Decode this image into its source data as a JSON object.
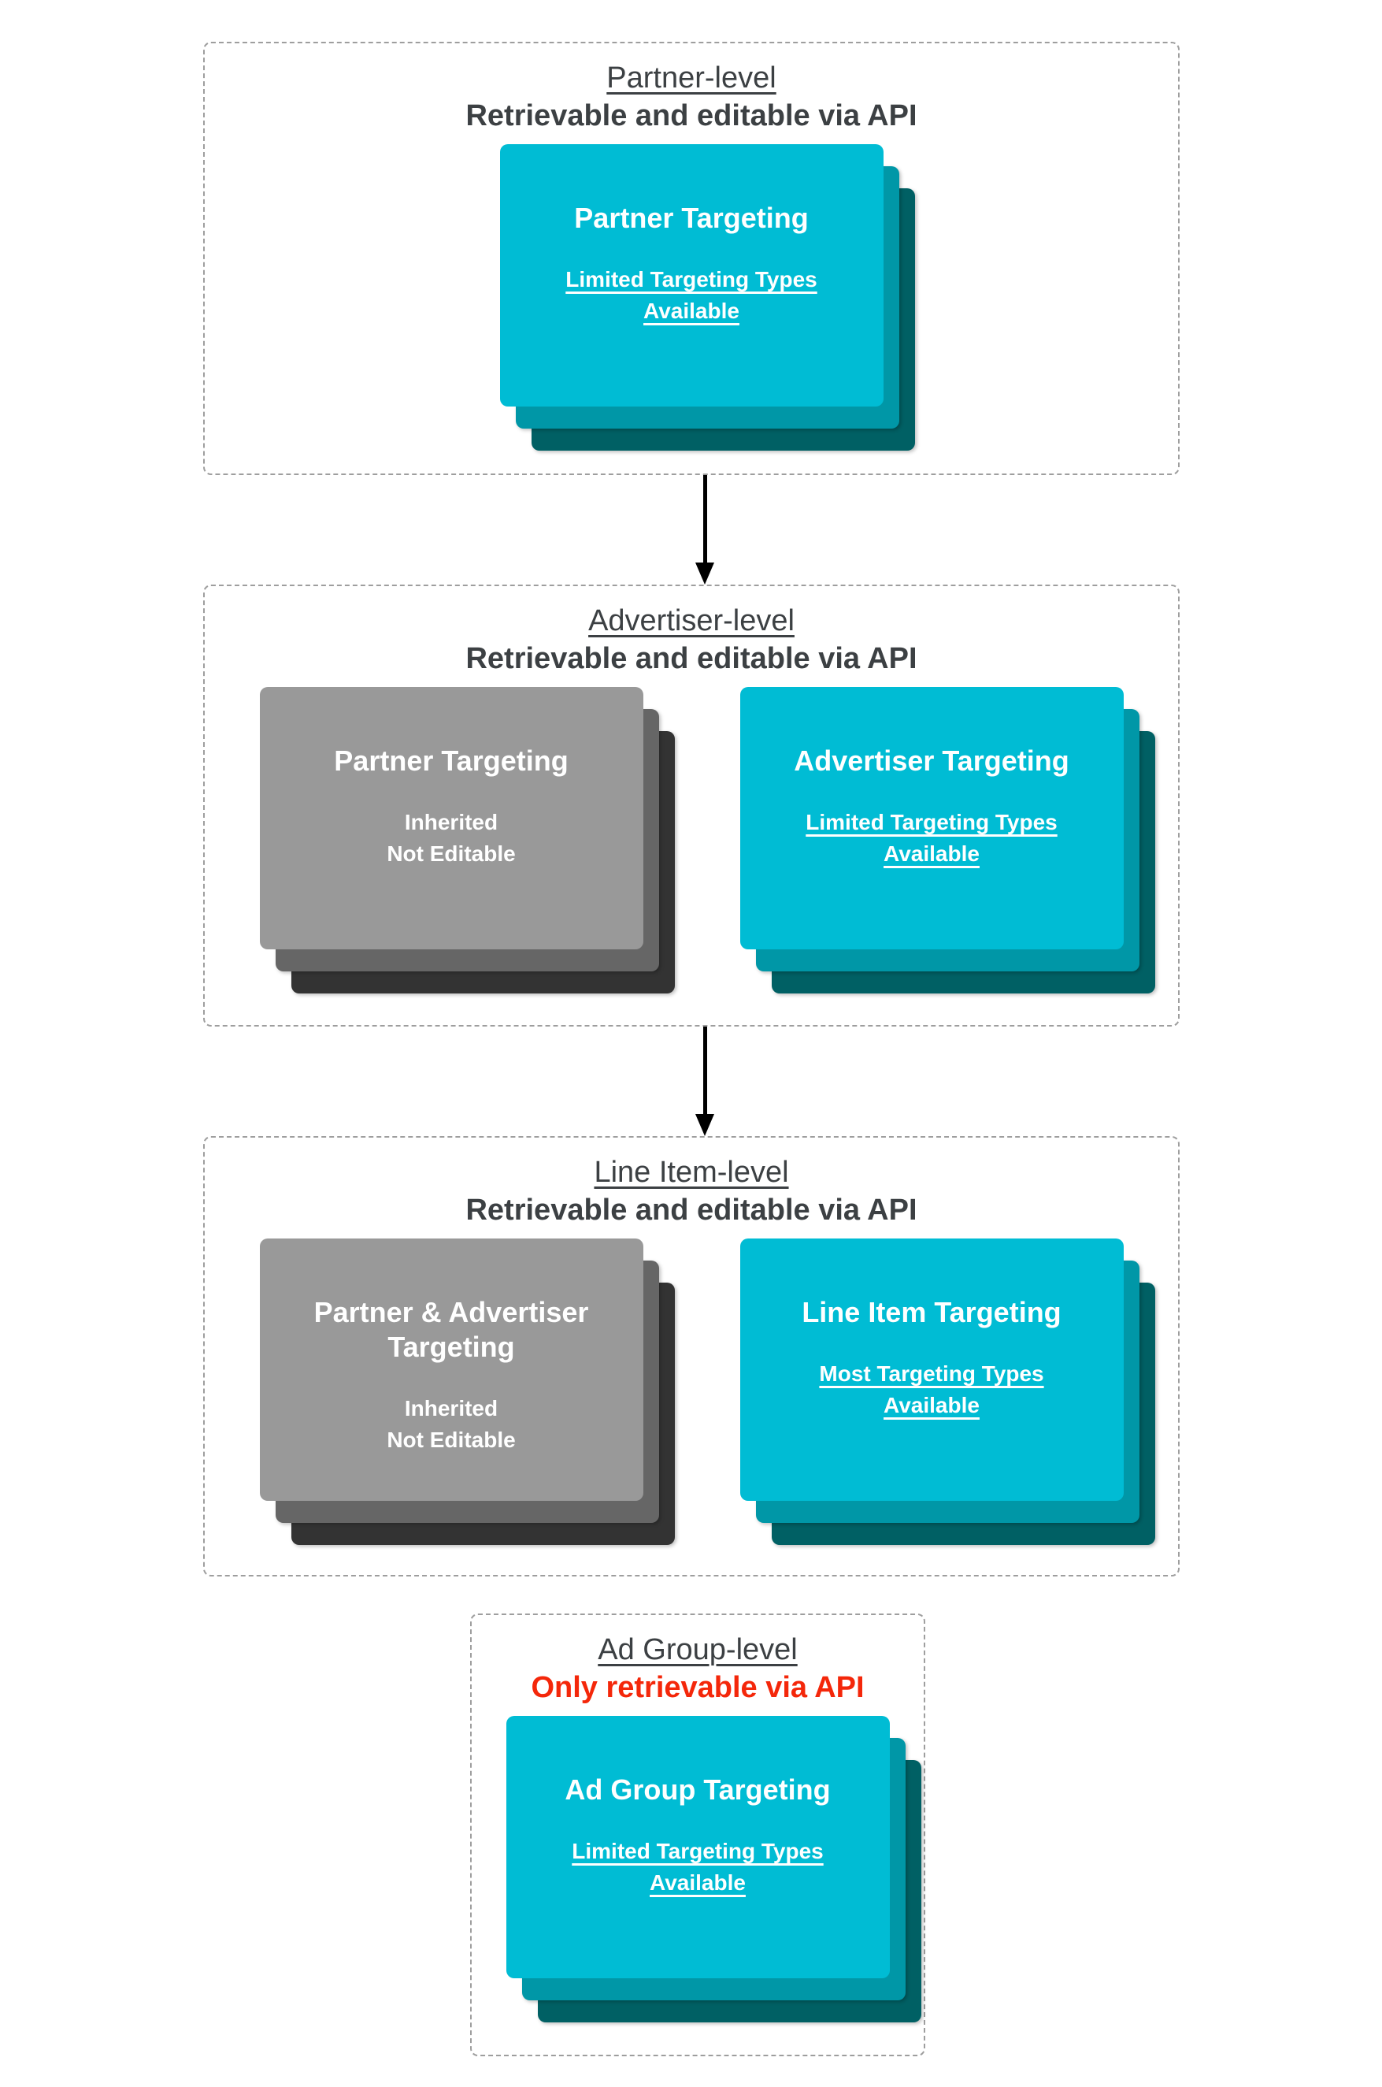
{
  "palette": {
    "teal_front": "#00bcd4",
    "teal_mid": "#0097a7",
    "teal_back": "#006064",
    "gray_front": "#999999",
    "gray_mid": "#666666",
    "gray_back": "#333333",
    "text_dark": "#3c4043",
    "red_text": "#f4270a",
    "arrow_black": "#000000",
    "dashed_border": "#9e9e9e",
    "card_text": "#ffffff"
  },
  "sections": [
    {
      "id": "partner-level",
      "title": "Partner-level",
      "subtitle": "Retrievable and editable via API",
      "cards": [
        {
          "variant": "teal",
          "title_lines": [
            "Partner Targeting"
          ],
          "body_lines": [
            "Limited Targeting Types",
            "Available"
          ],
          "body_underline": true
        }
      ]
    },
    {
      "id": "advertiser-level",
      "title": "Advertiser-level",
      "subtitle": "Retrievable and editable via API",
      "cards": [
        {
          "variant": "gray",
          "title_lines": [
            "Partner Targeting"
          ],
          "body_lines": [
            "Inherited",
            "Not Editable"
          ],
          "body_underline": false
        },
        {
          "variant": "teal",
          "title_lines": [
            "Advertiser Targeting"
          ],
          "body_lines": [
            "Limited Targeting Types",
            "Available"
          ],
          "body_underline": true
        }
      ]
    },
    {
      "id": "line-item-level",
      "title": "Line Item-level",
      "subtitle": "Retrievable and editable via API",
      "cards": [
        {
          "variant": "gray",
          "title_lines": [
            "Partner & Advertiser",
            "Targeting"
          ],
          "body_lines": [
            "Inherited",
            "Not Editable"
          ],
          "body_underline": false
        },
        {
          "variant": "teal",
          "title_lines": [
            "Line Item Targeting"
          ],
          "body_lines": [
            "Most Targeting Types",
            "Available"
          ],
          "body_underline": true
        }
      ]
    },
    {
      "id": "ad-group-level",
      "title": "Ad Group-level",
      "subtitle": "Only retrievable via API",
      "cards": [
        {
          "variant": "teal",
          "title_lines": [
            "Ad Group Targeting"
          ],
          "body_lines": [
            "Limited Targeting Types",
            "Available"
          ],
          "body_underline": true
        }
      ]
    }
  ]
}
